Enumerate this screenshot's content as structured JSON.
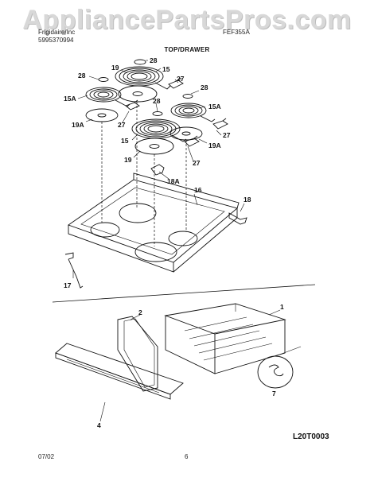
{
  "watermark": "AppliancePartsPros.com",
  "header": {
    "brand": "Frigidaire/Inc",
    "part_number": "5995370994",
    "model": "FEF355A",
    "section_title": "TOP/DRAWER"
  },
  "callouts": {
    "c28a": "28",
    "c19a": "19",
    "c15a": "15",
    "c28b": "28",
    "c27a": "27",
    "c15Aa": "15A",
    "c28c": "28",
    "c28d": "28",
    "c15Ab": "15A",
    "c27b": "27",
    "c19Aa": "19A",
    "c27c": "27",
    "c15b": "15",
    "c19Ab": "19A",
    "c19b": "19",
    "c27d": "27",
    "c18A": "18A",
    "c16": "16",
    "c18": "18",
    "c17": "17",
    "c1": "1",
    "c2": "2",
    "c7": "7",
    "c4": "4"
  },
  "footer": {
    "diagram_code": "L20T0003",
    "date": "07/02",
    "page": "6"
  }
}
